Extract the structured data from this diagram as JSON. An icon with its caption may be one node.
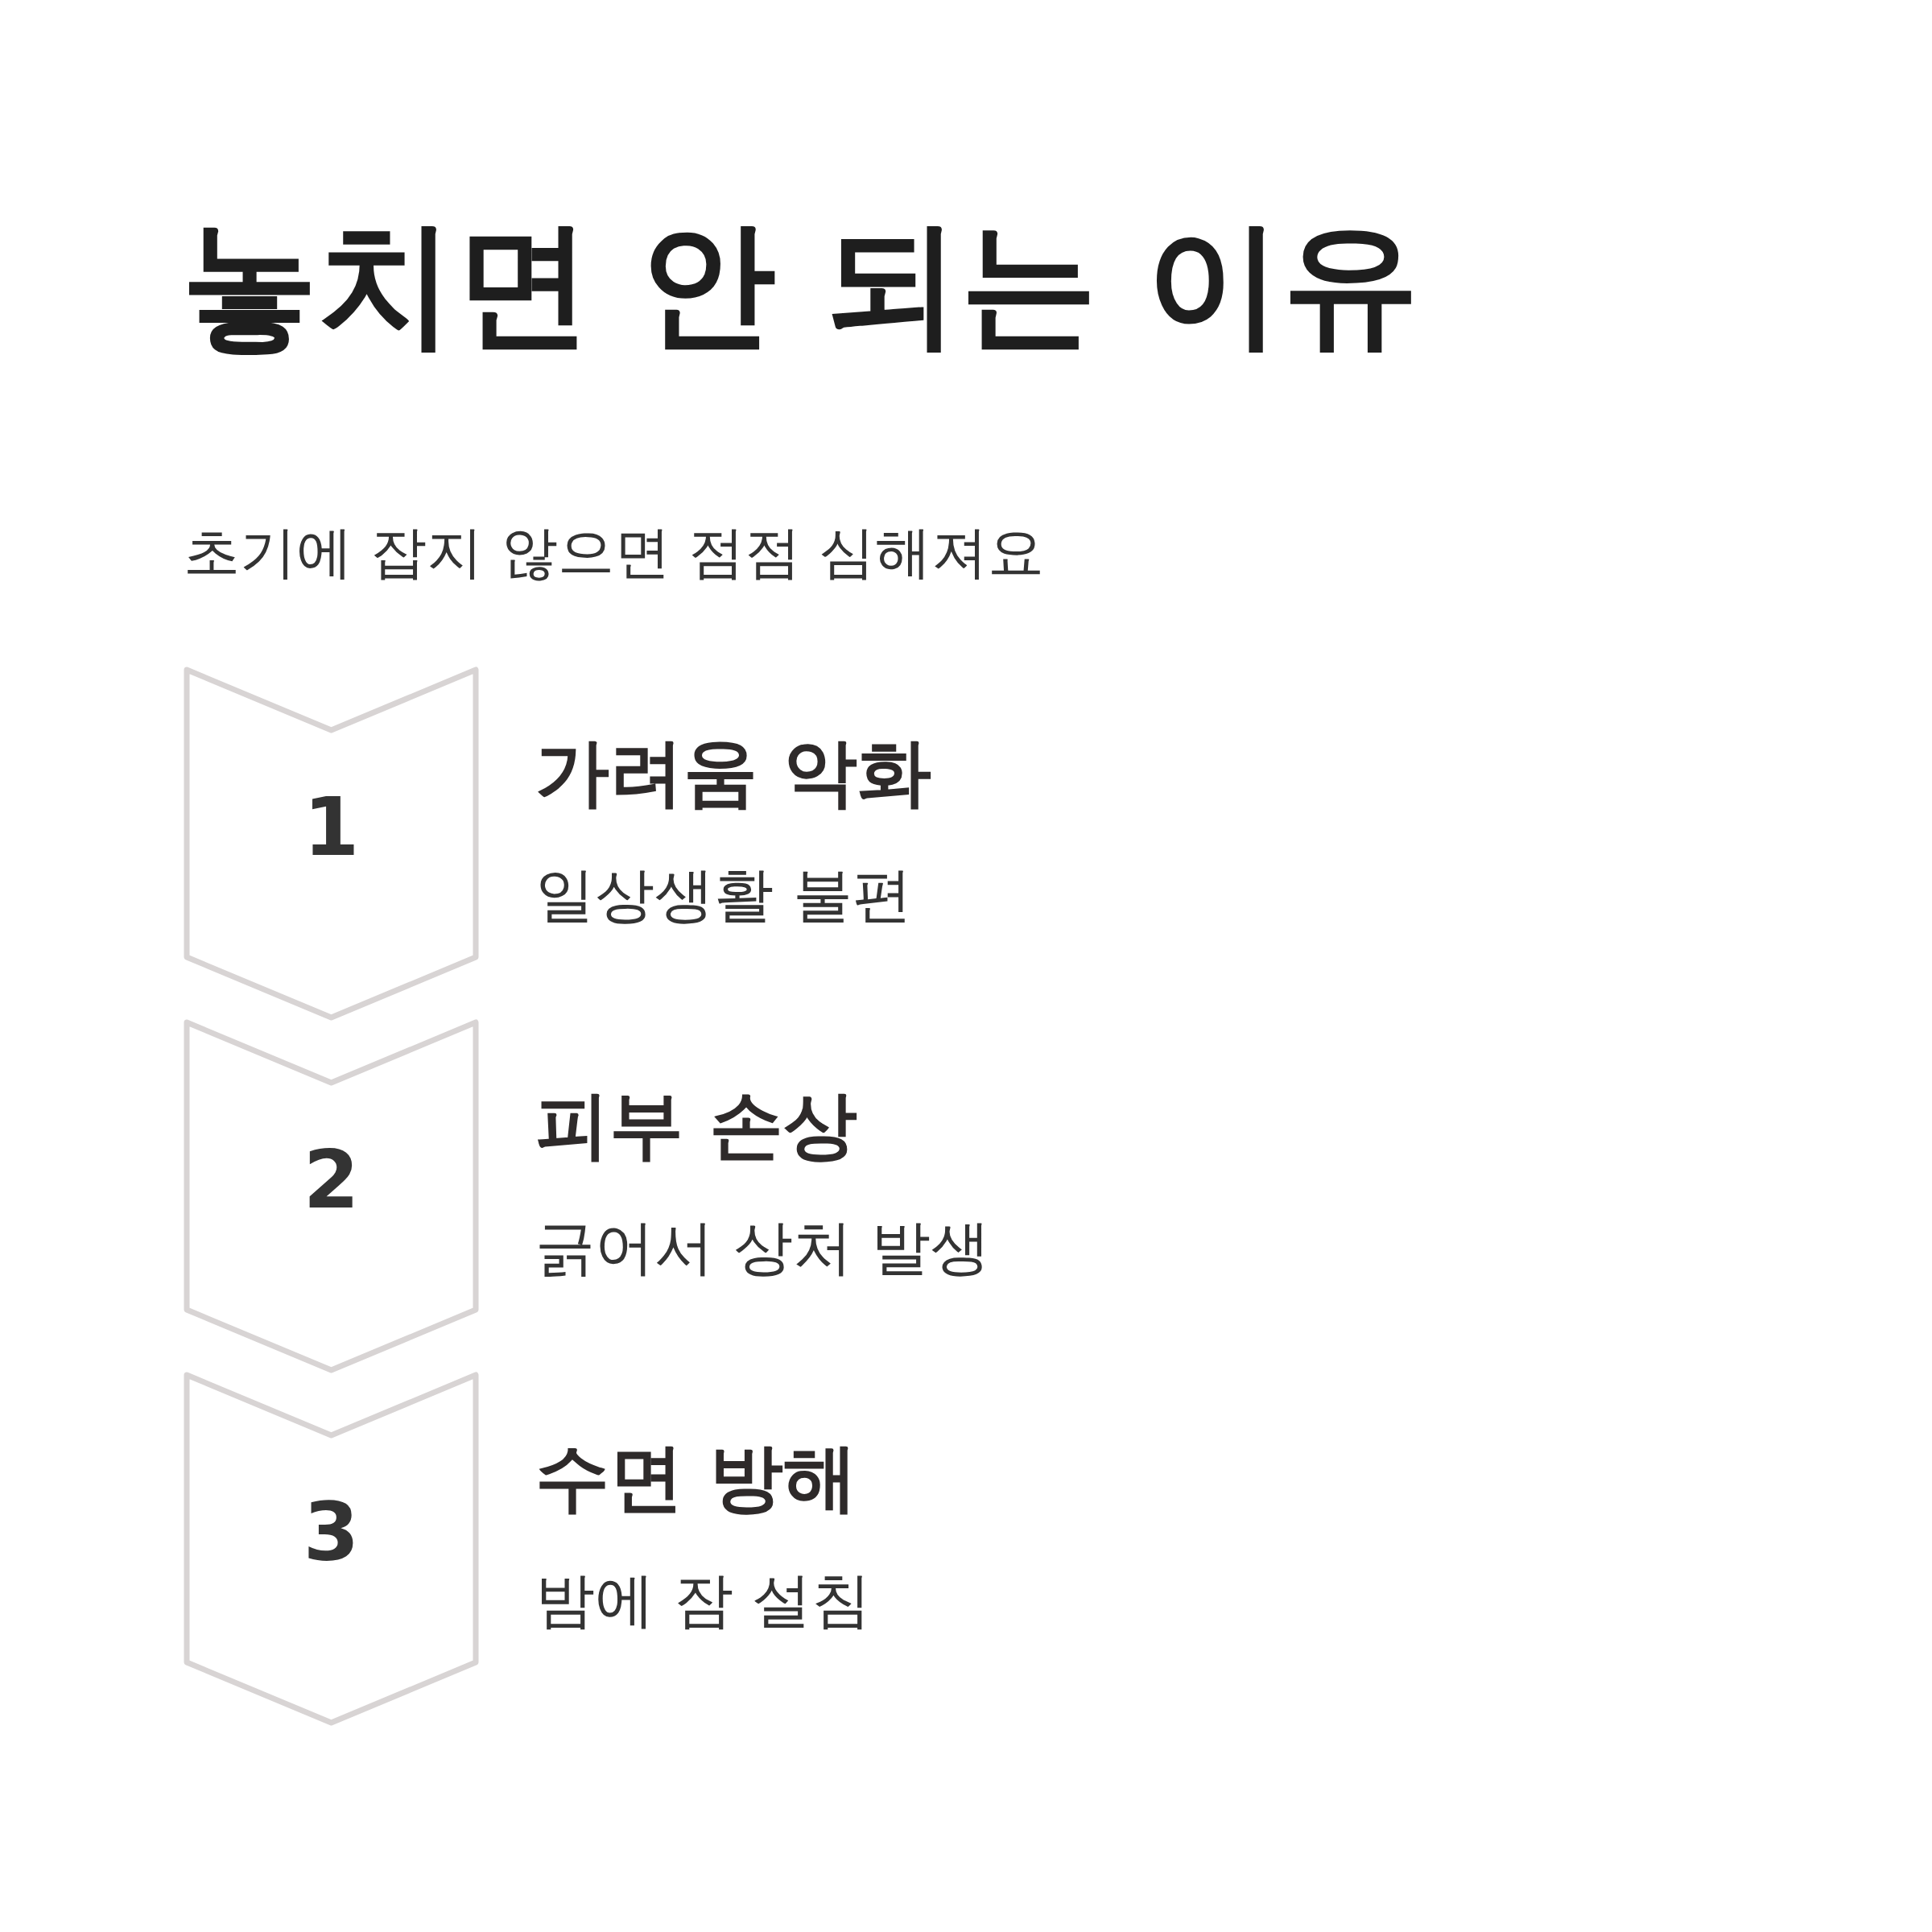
{
  "diagram": {
    "title": "놓치면 안 되는 이유",
    "nodes": [
      {
        "text": [
          "1"
        ],
        "beside": [
          "가려움 악화",
          "일상생활 불편"
        ]
      },
      {
        "text": [
          "2"
        ],
        "beside": [
          "피부 손상",
          "긁어서 상처 발생"
        ]
      },
      {
        "text": [
          "3"
        ],
        "beside": [
          "수면 방해",
          "밤에 잠 설침"
        ]
      }
    ],
    "labels": [
      "초기에 잡지 않으면 점점 심해져요"
    ]
  }
}
